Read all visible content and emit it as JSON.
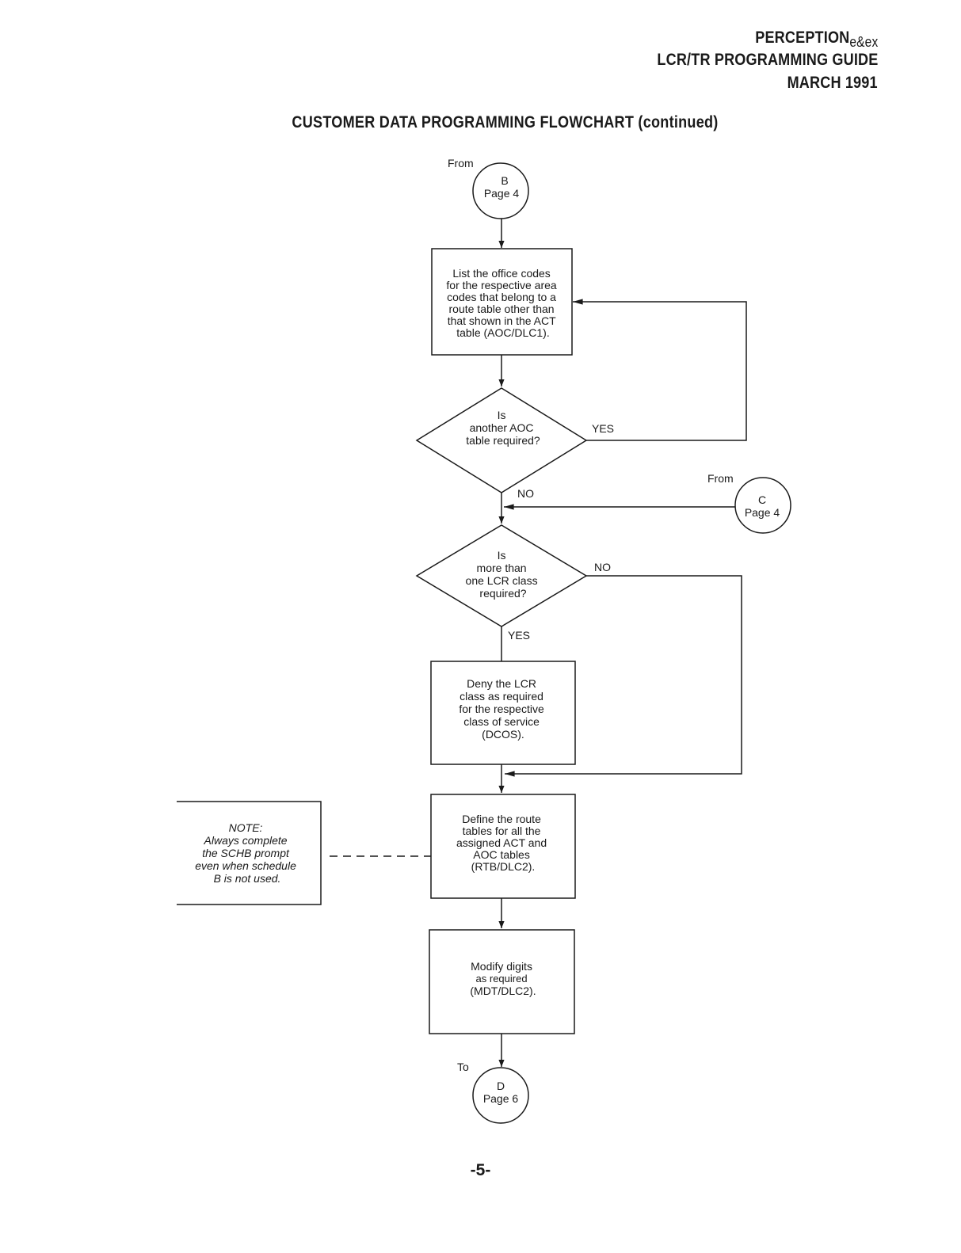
{
  "header": {
    "product": "PERCEPTION",
    "product_suffix": "e&ex",
    "guide": "LCR/TR PROGRAMMING GUIDE",
    "date": "MARCH 1991"
  },
  "title": "CUSTOMER DATA PROGRAMMING FLOWCHART (continued)",
  "connectors": {
    "from_b": {
      "caption": "From",
      "letter": "B",
      "page": "Page 4"
    },
    "from_c": {
      "caption": "From",
      "letter": "C",
      "page": "Page 4"
    },
    "to_d": {
      "caption": "To",
      "letter": "D",
      "page": "Page 6"
    }
  },
  "boxes": {
    "list_office_codes": [
      "List the office codes",
      "for the respective area",
      "codes that belong to a",
      "route table other than",
      "that shown in the ACT",
      "table (AOC/DLC1)."
    ],
    "deny_lcr_class": [
      "Deny the LCR",
      "class as required",
      "for the respective",
      "class of service",
      "(DCOS)."
    ],
    "define_route_tables": [
      "Define the route",
      "tables for all the",
      "assigned ACT and",
      "AOC tables",
      "(RTB/DLC2)."
    ],
    "modify_digits": [
      "Modify digits",
      "as required",
      "(MDT/DLC2)."
    ]
  },
  "decisions": {
    "another_aoc": {
      "lines": [
        "Is",
        "another AOC",
        "table required?"
      ],
      "yes_label": "YES",
      "no_label": "NO"
    },
    "more_than_one_lcr": {
      "lines": [
        "Is",
        "more than",
        "one LCR class",
        "required?"
      ],
      "yes_label": "YES",
      "no_label": "NO"
    }
  },
  "note": {
    "lines": [
      "NOTE:",
      "Always complete",
      "the SCHB prompt",
      "even when schedule",
      "B is not used."
    ]
  },
  "page_number": "-5-"
}
